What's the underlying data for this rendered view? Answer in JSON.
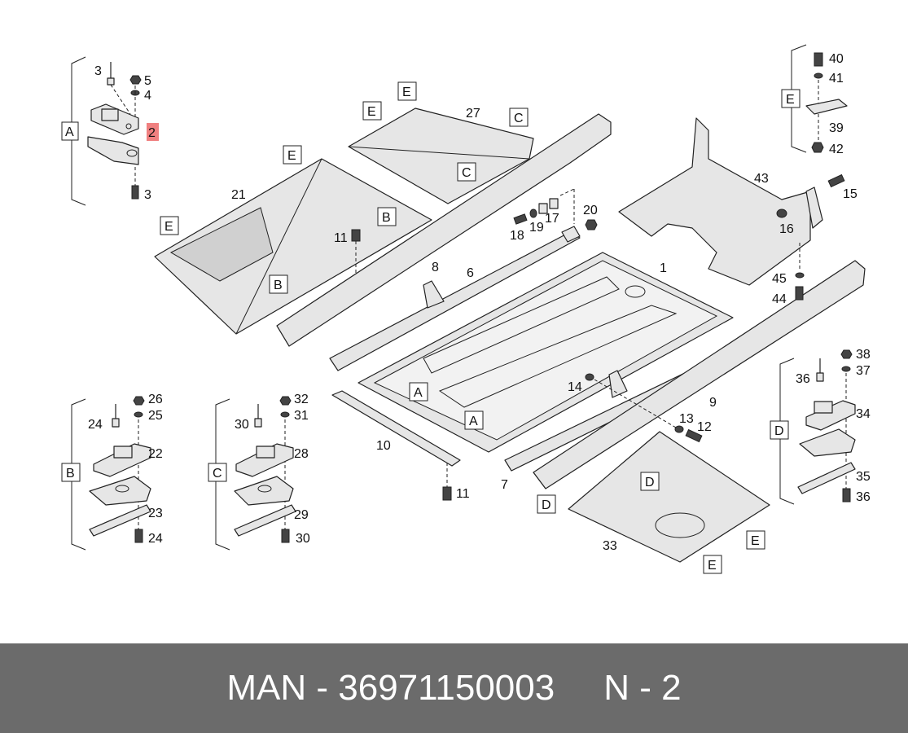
{
  "diagram": {
    "part_numbers": [
      "1",
      "2",
      "3",
      "3",
      "4",
      "5",
      "6",
      "7",
      "8",
      "9",
      "10",
      "11",
      "11",
      "12",
      "13",
      "14",
      "15",
      "16",
      "17",
      "18",
      "19",
      "20",
      "21",
      "22",
      "23",
      "24",
      "24",
      "25",
      "26",
      "27",
      "28",
      "29",
      "30",
      "30",
      "31",
      "32",
      "33",
      "34",
      "35",
      "36",
      "36",
      "37",
      "38",
      "39",
      "40",
      "41",
      "42",
      "43",
      "44",
      "45"
    ],
    "highlighted_part": "2",
    "highlight_color": "#f08080",
    "section_letters": [
      "A",
      "B",
      "C",
      "D",
      "E"
    ]
  },
  "footer": {
    "brand": "MAN",
    "separator": "-",
    "part_number": "36971150003",
    "position_prefix": "N",
    "position_separator": "-",
    "position_number": "2",
    "background_color": "#6b6b6b",
    "text_color": "#ffffff"
  }
}
